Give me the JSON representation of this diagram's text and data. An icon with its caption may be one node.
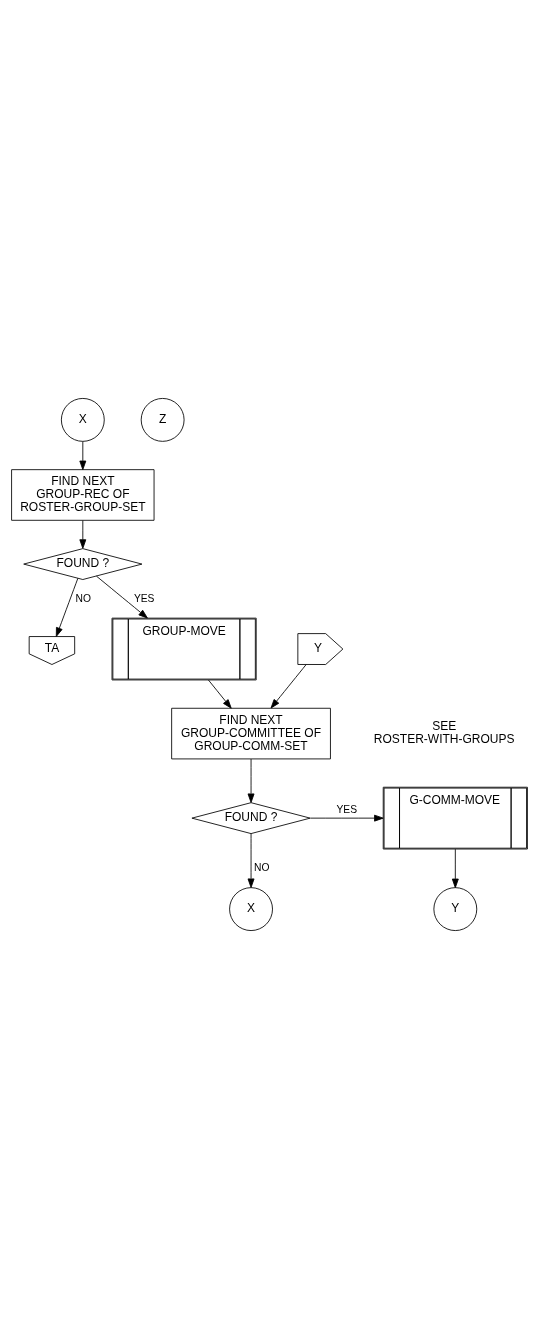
{
  "diagram": {
    "nodes": [
      {
        "text": [
          "X"
        ]
      },
      {
        "text": [
          "Z"
        ]
      },
      {
        "text": [
          "FIND NEXT GROUP-REC OF ROSTER-GROUP-SET"
        ]
      },
      {
        "text": [
          "FOUND ?"
        ]
      },
      {
        "text": [
          "TA"
        ]
      },
      {
        "text": [
          "GROUP-MOVE"
        ]
      },
      {
        "text": [
          "Y"
        ]
      },
      {
        "text": [
          "FIND NEXT GROUP-COMMITTEE OF GROUP-COMM-SET"
        ]
      },
      {
        "text": [
          "FOUND ?"
        ]
      },
      {
        "text": [
          "G-COMM-MOVE"
        ]
      },
      {
        "text": [
          "X"
        ]
      },
      {
        "text": [
          "Y"
        ]
      }
    ],
    "edges": [
      {
        "from": 0,
        "to": 2,
        "arrow": "to"
      },
      {
        "from": 2,
        "to": 3,
        "arrow": "to"
      },
      {
        "from": 3,
        "to": 5,
        "label": "YES",
        "arrow": "to"
      },
      {
        "from": 3,
        "to": 4,
        "label": "NO",
        "arrow": "to"
      },
      {
        "from": 5,
        "to": 7,
        "arrow": "to"
      },
      {
        "from": 6,
        "to": 7,
        "arrow": "to"
      },
      {
        "from": 7,
        "to": 8,
        "arrow": "to"
      },
      {
        "from": 8,
        "to": 9,
        "label": "YES",
        "arrow": "to"
      },
      {
        "from": 8,
        "to": 10,
        "label": "NO",
        "arrow": "to"
      },
      {
        "from": 9,
        "to": 11,
        "arrow": "to"
      }
    ],
    "labels": [
      "SEE ROSTER-WITH-GROUPS"
    ]
  }
}
